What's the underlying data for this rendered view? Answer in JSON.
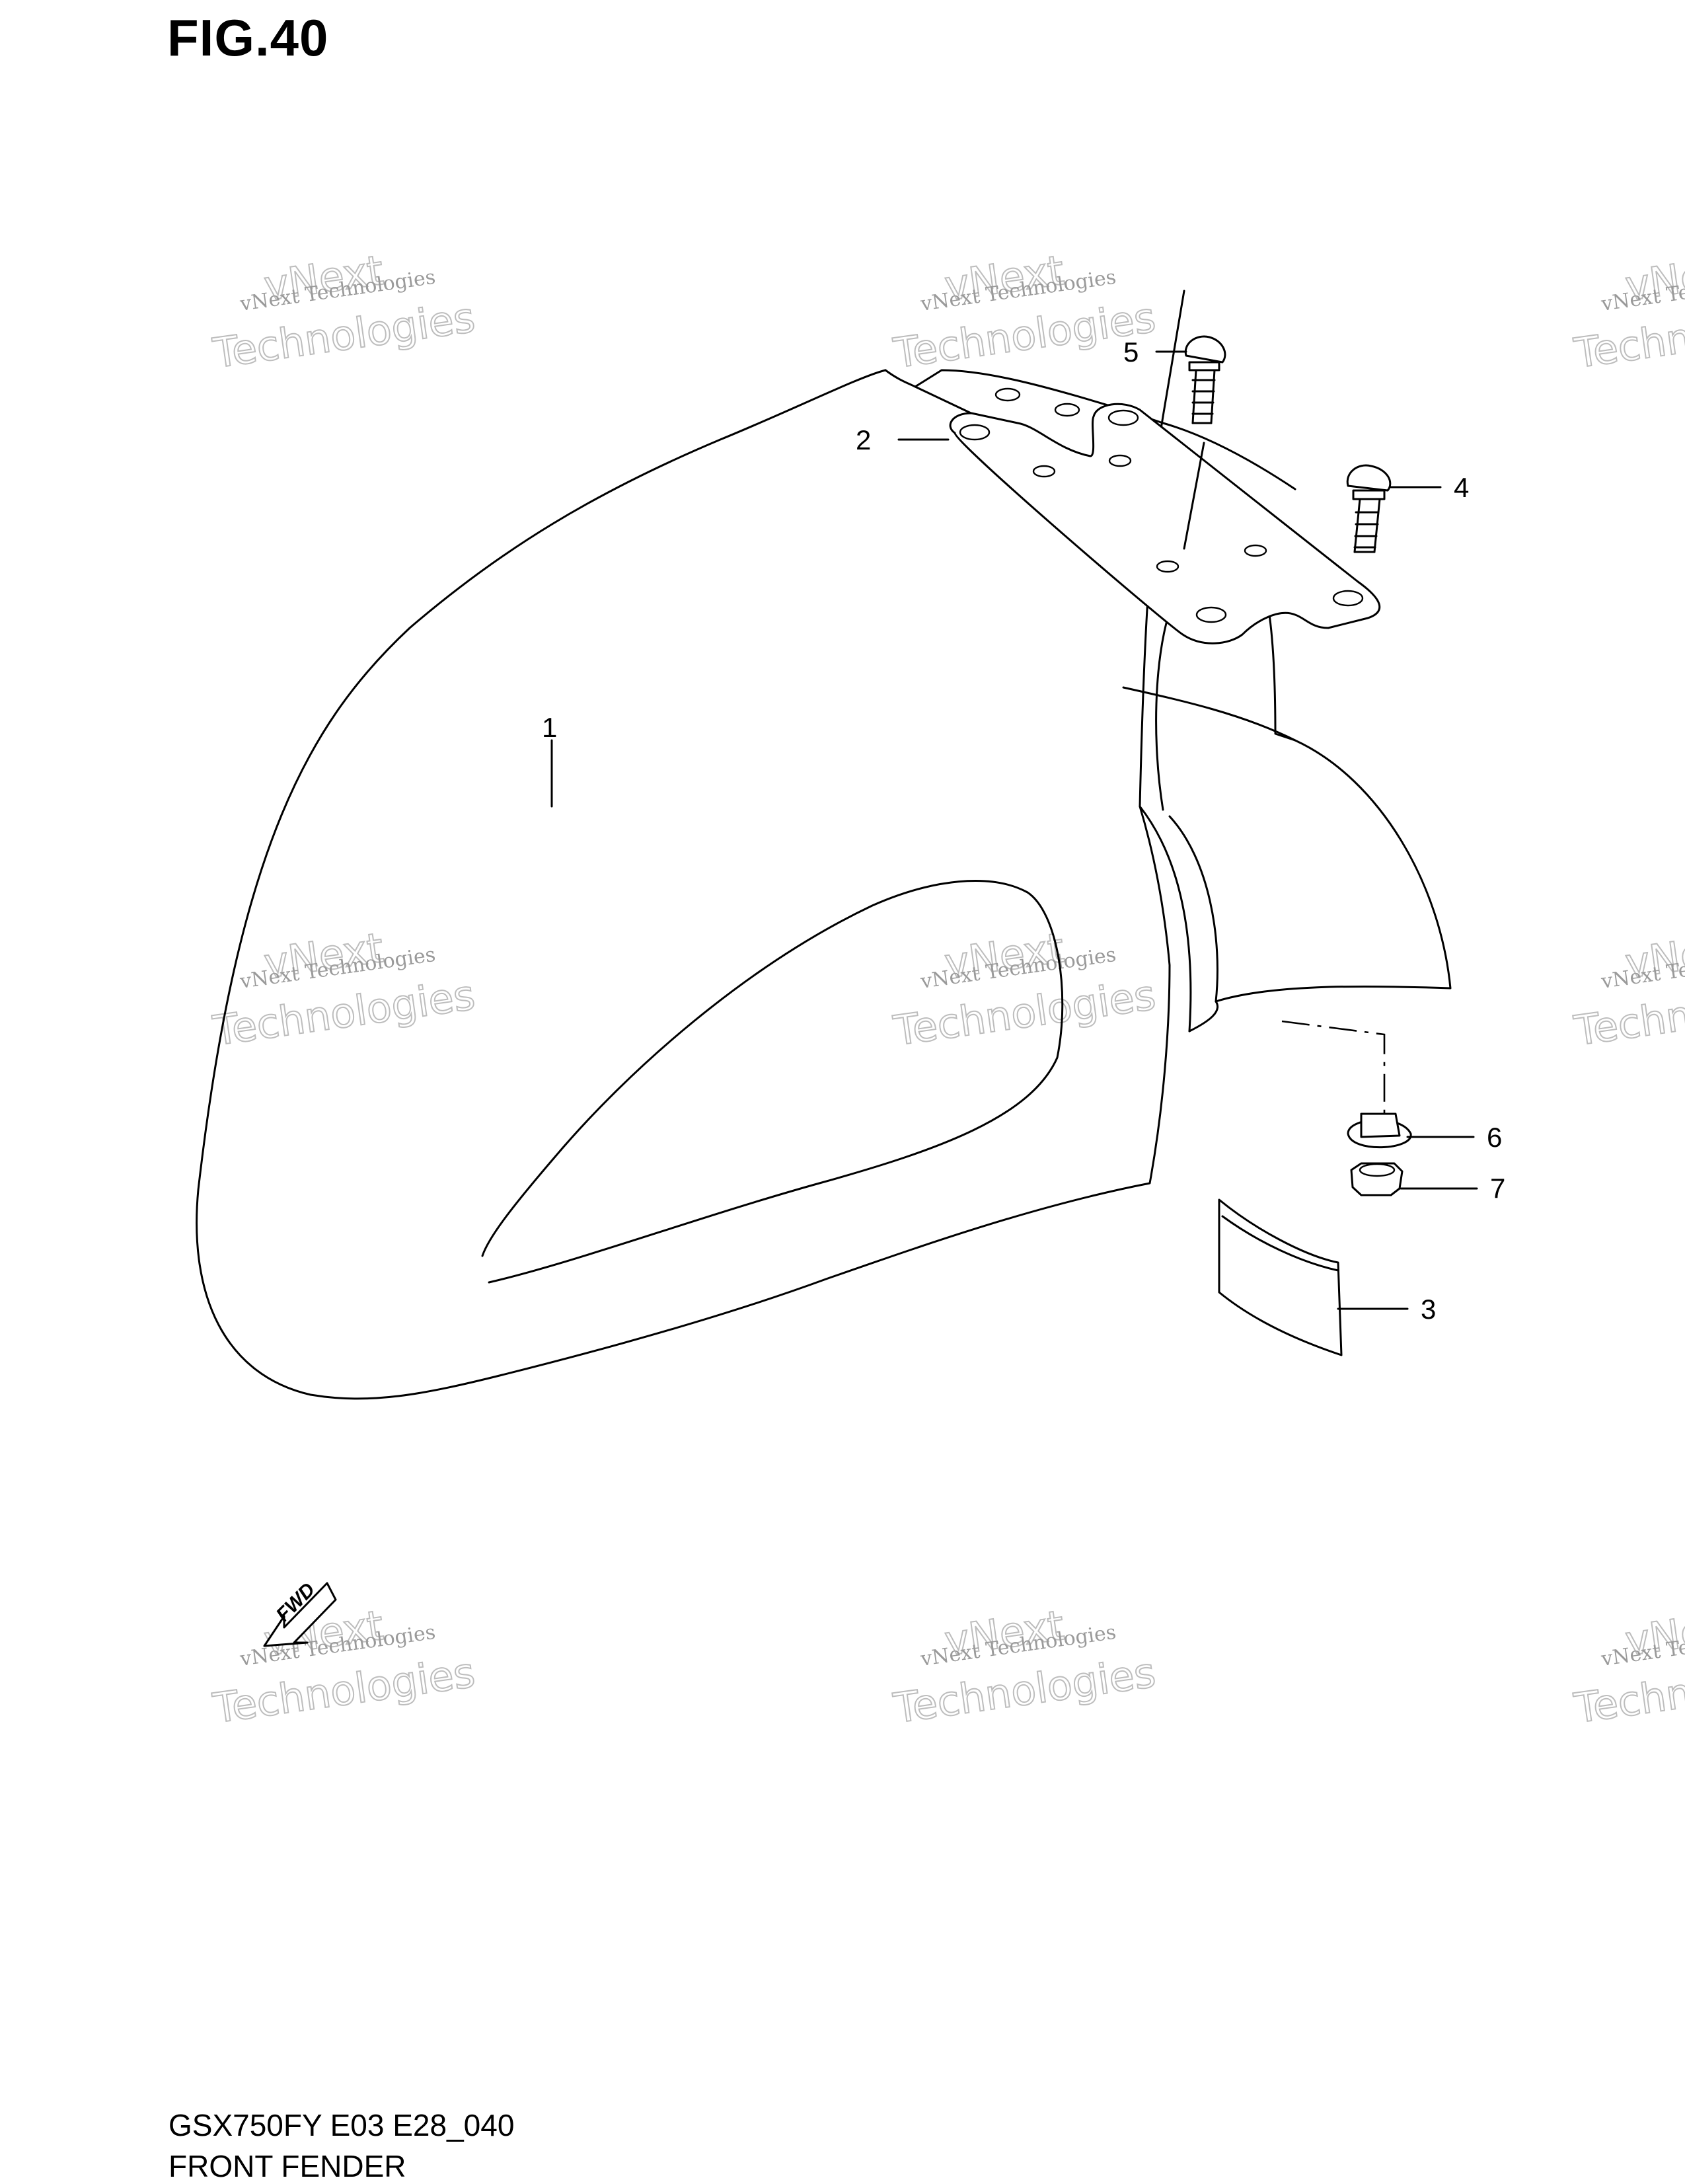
{
  "figure": {
    "title": "FIG.40",
    "code": "GSX750FY E03 E28_040",
    "name": "FRONT FENDER"
  },
  "callouts": {
    "c1": "1",
    "c2": "2",
    "c3": "3",
    "c4": "4",
    "c5": "5",
    "c6": "6",
    "c7": "7"
  },
  "direction_badge": "FWD",
  "watermark": {
    "line1": "vNext Technologies",
    "line2": "vNext",
    "line3": "Technologies"
  }
}
